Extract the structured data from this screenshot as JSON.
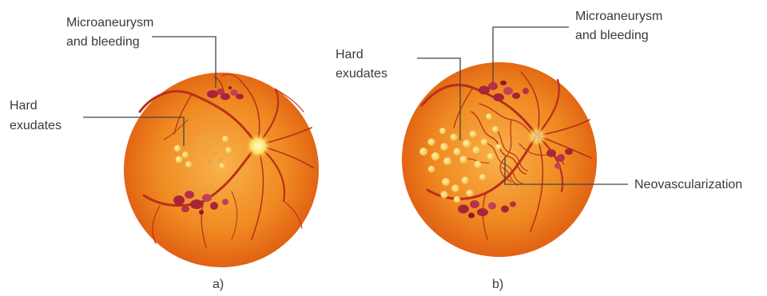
{
  "panels": [
    {
      "caption": "a)",
      "labels": {
        "microaneurysm": [
          "Microaneurysm",
          "and bleeding"
        ],
        "hard_exudates": [
          "Hard",
          "exudates"
        ]
      }
    },
    {
      "caption": "b)",
      "labels": {
        "hard_exudates": [
          "Hard",
          "exudates"
        ],
        "microaneurysm": [
          "Microaneurysm",
          "and bleeding"
        ],
        "neovascularization": "Neovascularization"
      }
    }
  ],
  "colors": {
    "fundus_center": "#f5a23a",
    "fundus_edge": "#e2580f",
    "vessel": "#b8301a",
    "hemorrhage": "#a8243a",
    "exudate": "#f6d36a",
    "optic_disc": "#fff3a0"
  }
}
